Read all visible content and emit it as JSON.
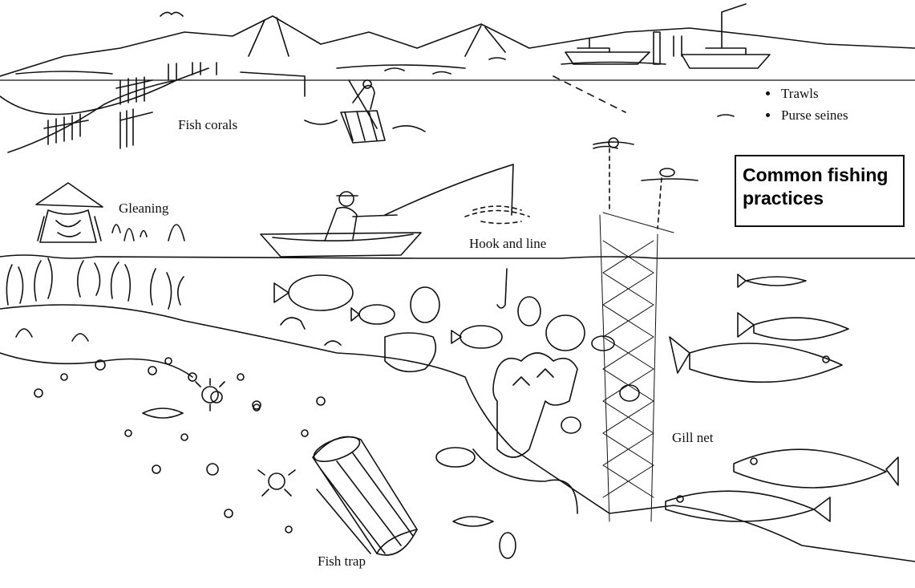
{
  "diagram": {
    "title_line1": "Common fishing",
    "title_line2": "practices",
    "labels": {
      "fish_corals": "Fish corals",
      "gleaning": "Gleaning",
      "hook_and_line": "Hook and line",
      "gill_net": "Gill net",
      "fish_trap": "Fish trap"
    },
    "legend_items": [
      "Trawls",
      "Purse seines"
    ]
  },
  "colors": {
    "ink": "#111111",
    "paper": "#ffffff",
    "title_box_border": "#111111"
  }
}
